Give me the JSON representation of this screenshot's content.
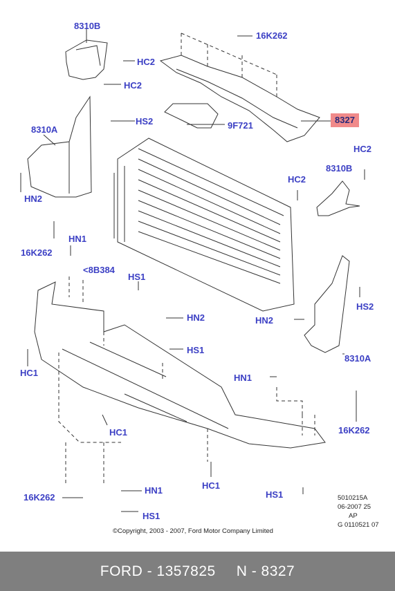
{
  "labels": {
    "l_8310b_top": "8310B",
    "l_16k262_top": "16K262",
    "l_hc2_a": "HC2",
    "l_hc2_b": "HC2",
    "l_hs2_a": "HS2",
    "l_9f721": "9F721",
    "l_8310a_left": "8310A",
    "l_hn2_left": "HN2",
    "l_16k262_left": "16K262",
    "l_hn1_a": "HN1",
    "l_8b384": "<8B384",
    "l_hs1_a": "HS1",
    "l_hn2_mid": "HN2",
    "l_hs1_b": "HS1",
    "l_hc1_a": "HC1",
    "l_hn1_b": "HN1",
    "l_hc1_b": "HC1",
    "l_16k262_bl": "16K262",
    "l_hn1_c": "HN1",
    "l_hs1_c": "HS1",
    "l_hc1_c": "HC1",
    "l_hs1_d": "HS1",
    "l_hc2_c": "HC2",
    "l_hc2_d": "HC2",
    "l_8310b_right": "8310B",
    "l_hs2_b": "HS2",
    "l_hn2_right": "HN2",
    "l_8310a_right": "8310A",
    "l_16k262_right": "16K262"
  },
  "highlight": {
    "part": "8327",
    "color": "#f08a8a"
  },
  "meta": {
    "line1": "5010215A",
    "line2": "06-2007 25",
    "line3": "AP",
    "line4": "G 0110521 07"
  },
  "copyright": "©Copyright, 2003 - 2007, Ford Motor Company Limited",
  "footer": {
    "brand_part": "FORD - 1357825",
    "ref": "N - 8327"
  },
  "colors": {
    "label": "#3b3fc4",
    "footer_bg": "#7f7f7f",
    "line": "#333333"
  }
}
